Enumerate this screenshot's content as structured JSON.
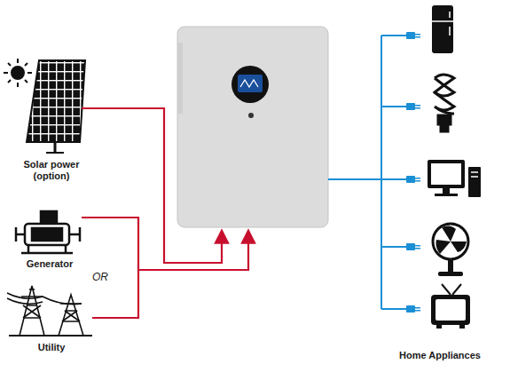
{
  "diagram": {
    "nodes": [
      {
        "text": [
          "Solar power (option)"
        ]
      },
      {
        "text": [
          "Generator"
        ]
      },
      {
        "text": [
          "Utility"
        ]
      },
      {
        "text": [
          "Home Appliances"
        ]
      }
    ],
    "labels": [
      "OR"
    ]
  }
}
